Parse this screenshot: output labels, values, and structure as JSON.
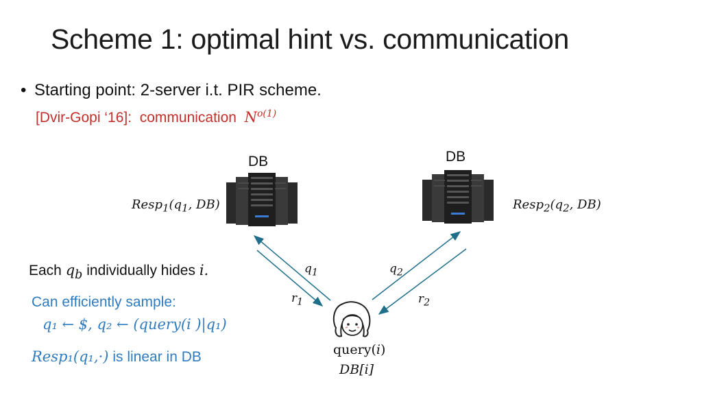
{
  "title": "Scheme 1: optimal hint vs. communication",
  "bullet": {
    "text": "Starting point:  2-server i.t. PIR scheme."
  },
  "reference": {
    "citation": "[Dvir-Gopi ‘16]:",
    "communication_label": "communication",
    "math_base": "N",
    "math_exponent": "o(1)"
  },
  "servers": [
    {
      "label": "DB",
      "response": "Resp",
      "response_sub": "1",
      "response_args": "(q",
      "response_args_sub": "1",
      "response_tail": ", DB)"
    },
    {
      "label": "DB",
      "response": "Resp",
      "response_sub": "2",
      "response_args": "(q",
      "response_args_sub": "2",
      "response_tail": ", DB)"
    }
  ],
  "queries": {
    "q1": "q",
    "q1_sub": "1",
    "q2": "q",
    "q2_sub": "2",
    "r1": "r",
    "r1_sub": "1",
    "r2": "r",
    "r2_sub": "2"
  },
  "client": {
    "query_label": "query(",
    "query_var": "i",
    "query_close": ")",
    "db_label": "DB[i]"
  },
  "notes": {
    "each_prefix": "Each",
    "each_var": "q",
    "each_sub": "b",
    "each_suffix": "individually hides",
    "each_var2": "i.",
    "sample_heading": "Can efficiently sample:",
    "sample_formula": "q₁ ← $, q₂ ← (query(i )|q₁)",
    "linear_math": "Resp₁(q₁,·)",
    "linear_suffix": "is linear in DB"
  },
  "colors": {
    "reference": "#c0302a",
    "blue_notes": "#2f7bbf",
    "arrows": "#1f6f8b"
  }
}
